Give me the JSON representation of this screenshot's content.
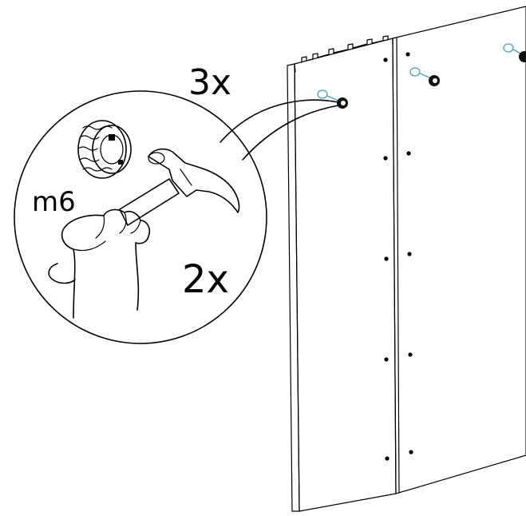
{
  "labels": {
    "count_top": "3x",
    "count_bottom": "2x",
    "fastener_size": "m6"
  },
  "colors": {
    "line": "#000000",
    "accent_teal": "#3aa9b8",
    "background": "#ffffff"
  },
  "icons": [
    "hammer-icon",
    "hand-icon",
    "threaded-insert-icon",
    "wall-panel-icon",
    "plug-icon"
  ]
}
